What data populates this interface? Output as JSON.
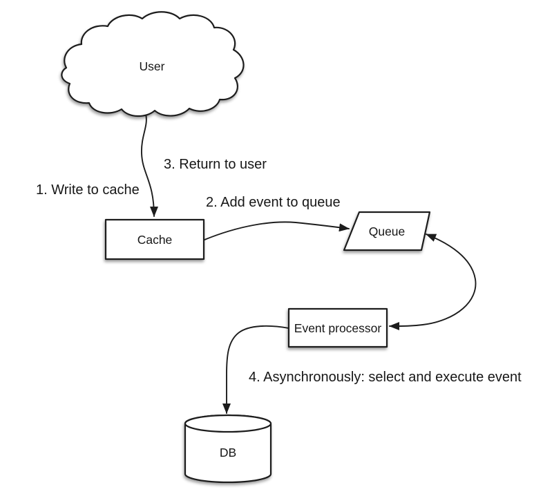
{
  "diagram": {
    "background": "#ffffff",
    "colors": {
      "line": "#1c1c1c",
      "shape_fill": "#ffffff",
      "text": "#161616",
      "shadow": "rgba(0,0,0,0.38)"
    },
    "nodes": [
      {
        "id": "user",
        "shape": "cloud",
        "label": "User"
      },
      {
        "id": "cache",
        "shape": "rectangle",
        "label": "Cache"
      },
      {
        "id": "queue",
        "shape": "parallelogram",
        "label": "Queue"
      },
      {
        "id": "event_processor",
        "shape": "rectangle",
        "label": "Event processor"
      },
      {
        "id": "db",
        "shape": "cylinder",
        "label": "DB"
      }
    ],
    "steps": [
      {
        "n": 1,
        "label": "1. Write to cache"
      },
      {
        "n": 2,
        "label": "2. Add event to queue"
      },
      {
        "n": 3,
        "label": "3. Return to user"
      },
      {
        "n": 4,
        "label": "4. Asynchronously: select and execute event"
      }
    ],
    "edges": [
      {
        "from": "user",
        "to": "cache",
        "arrows": "forward",
        "steps": [
          1,
          3
        ]
      },
      {
        "from": "cache",
        "to": "queue",
        "arrows": "forward",
        "steps": [
          2
        ]
      },
      {
        "from": "queue",
        "to": "event_processor",
        "arrows": "both",
        "steps": []
      },
      {
        "from": "event_processor",
        "to": "db",
        "arrows": "forward",
        "steps": [
          4
        ]
      }
    ]
  }
}
